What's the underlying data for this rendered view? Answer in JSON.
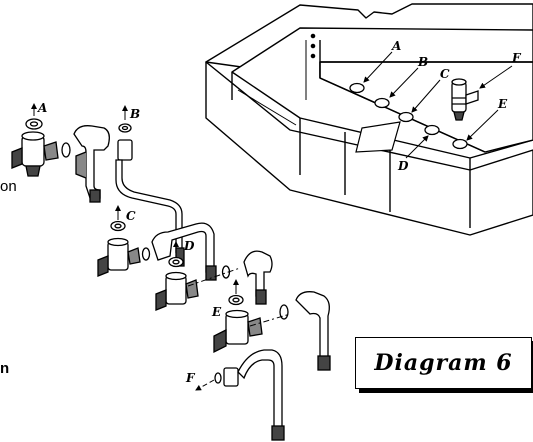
{
  "side_text": {
    "top": "on",
    "bottom": "n"
  },
  "caption": "Diagram 6",
  "tray_labels": {
    "a": "A",
    "b": "B",
    "c": "C",
    "d": "D",
    "e": "E",
    "f": "F"
  },
  "component_labels": {
    "a": "A",
    "b": "B",
    "c": "C",
    "d": "D",
    "e": "E",
    "f": "F"
  },
  "colors": {
    "line": "#000000",
    "fill": "#ffffff",
    "shade": "#444444"
  }
}
